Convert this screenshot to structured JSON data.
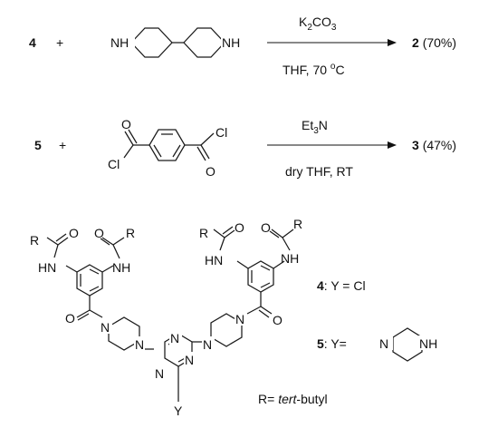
{
  "reactions": [
    {
      "reactant_label": "4",
      "plus": "+",
      "reagent_above": "K2CO3",
      "reagent_parts": [
        "K",
        "2",
        "CO",
        "3"
      ],
      "conditions_below": "THF, 70 °C",
      "cond_parts": [
        "THF, 70 ",
        "o",
        "C"
      ],
      "product_label": "2",
      "product_yield": "(70%)",
      "reactant_atoms": {
        "nh_left": "NH",
        "nh_right": "NH"
      }
    },
    {
      "reactant_label": "5",
      "plus": "+",
      "reagent_above": "Et3N",
      "reagent_parts": [
        "Et",
        "3",
        "N"
      ],
      "conditions_below": "dry THF, RT",
      "product_label": "3",
      "product_yield": "(47%)",
      "reactant_atoms": {
        "o_top": "O",
        "cl_top": "Cl",
        "cl_bottom": "Cl",
        "o_bottom": "O"
      }
    }
  ],
  "structure": {
    "atoms": {
      "r": "R",
      "o": "O",
      "hn": "HN",
      "nh": "NH",
      "n": "N",
      "y": "Y"
    }
  },
  "legend": {
    "entry4": {
      "label": "4",
      "text": ":  Y =  Cl"
    },
    "entry5": {
      "label": "5",
      "text": ":  Y=",
      "n": "N",
      "nh": "NH"
    },
    "r_def_prefix": "R= ",
    "r_def_italic": "tert",
    "r_def_suffix": "-butyl"
  }
}
